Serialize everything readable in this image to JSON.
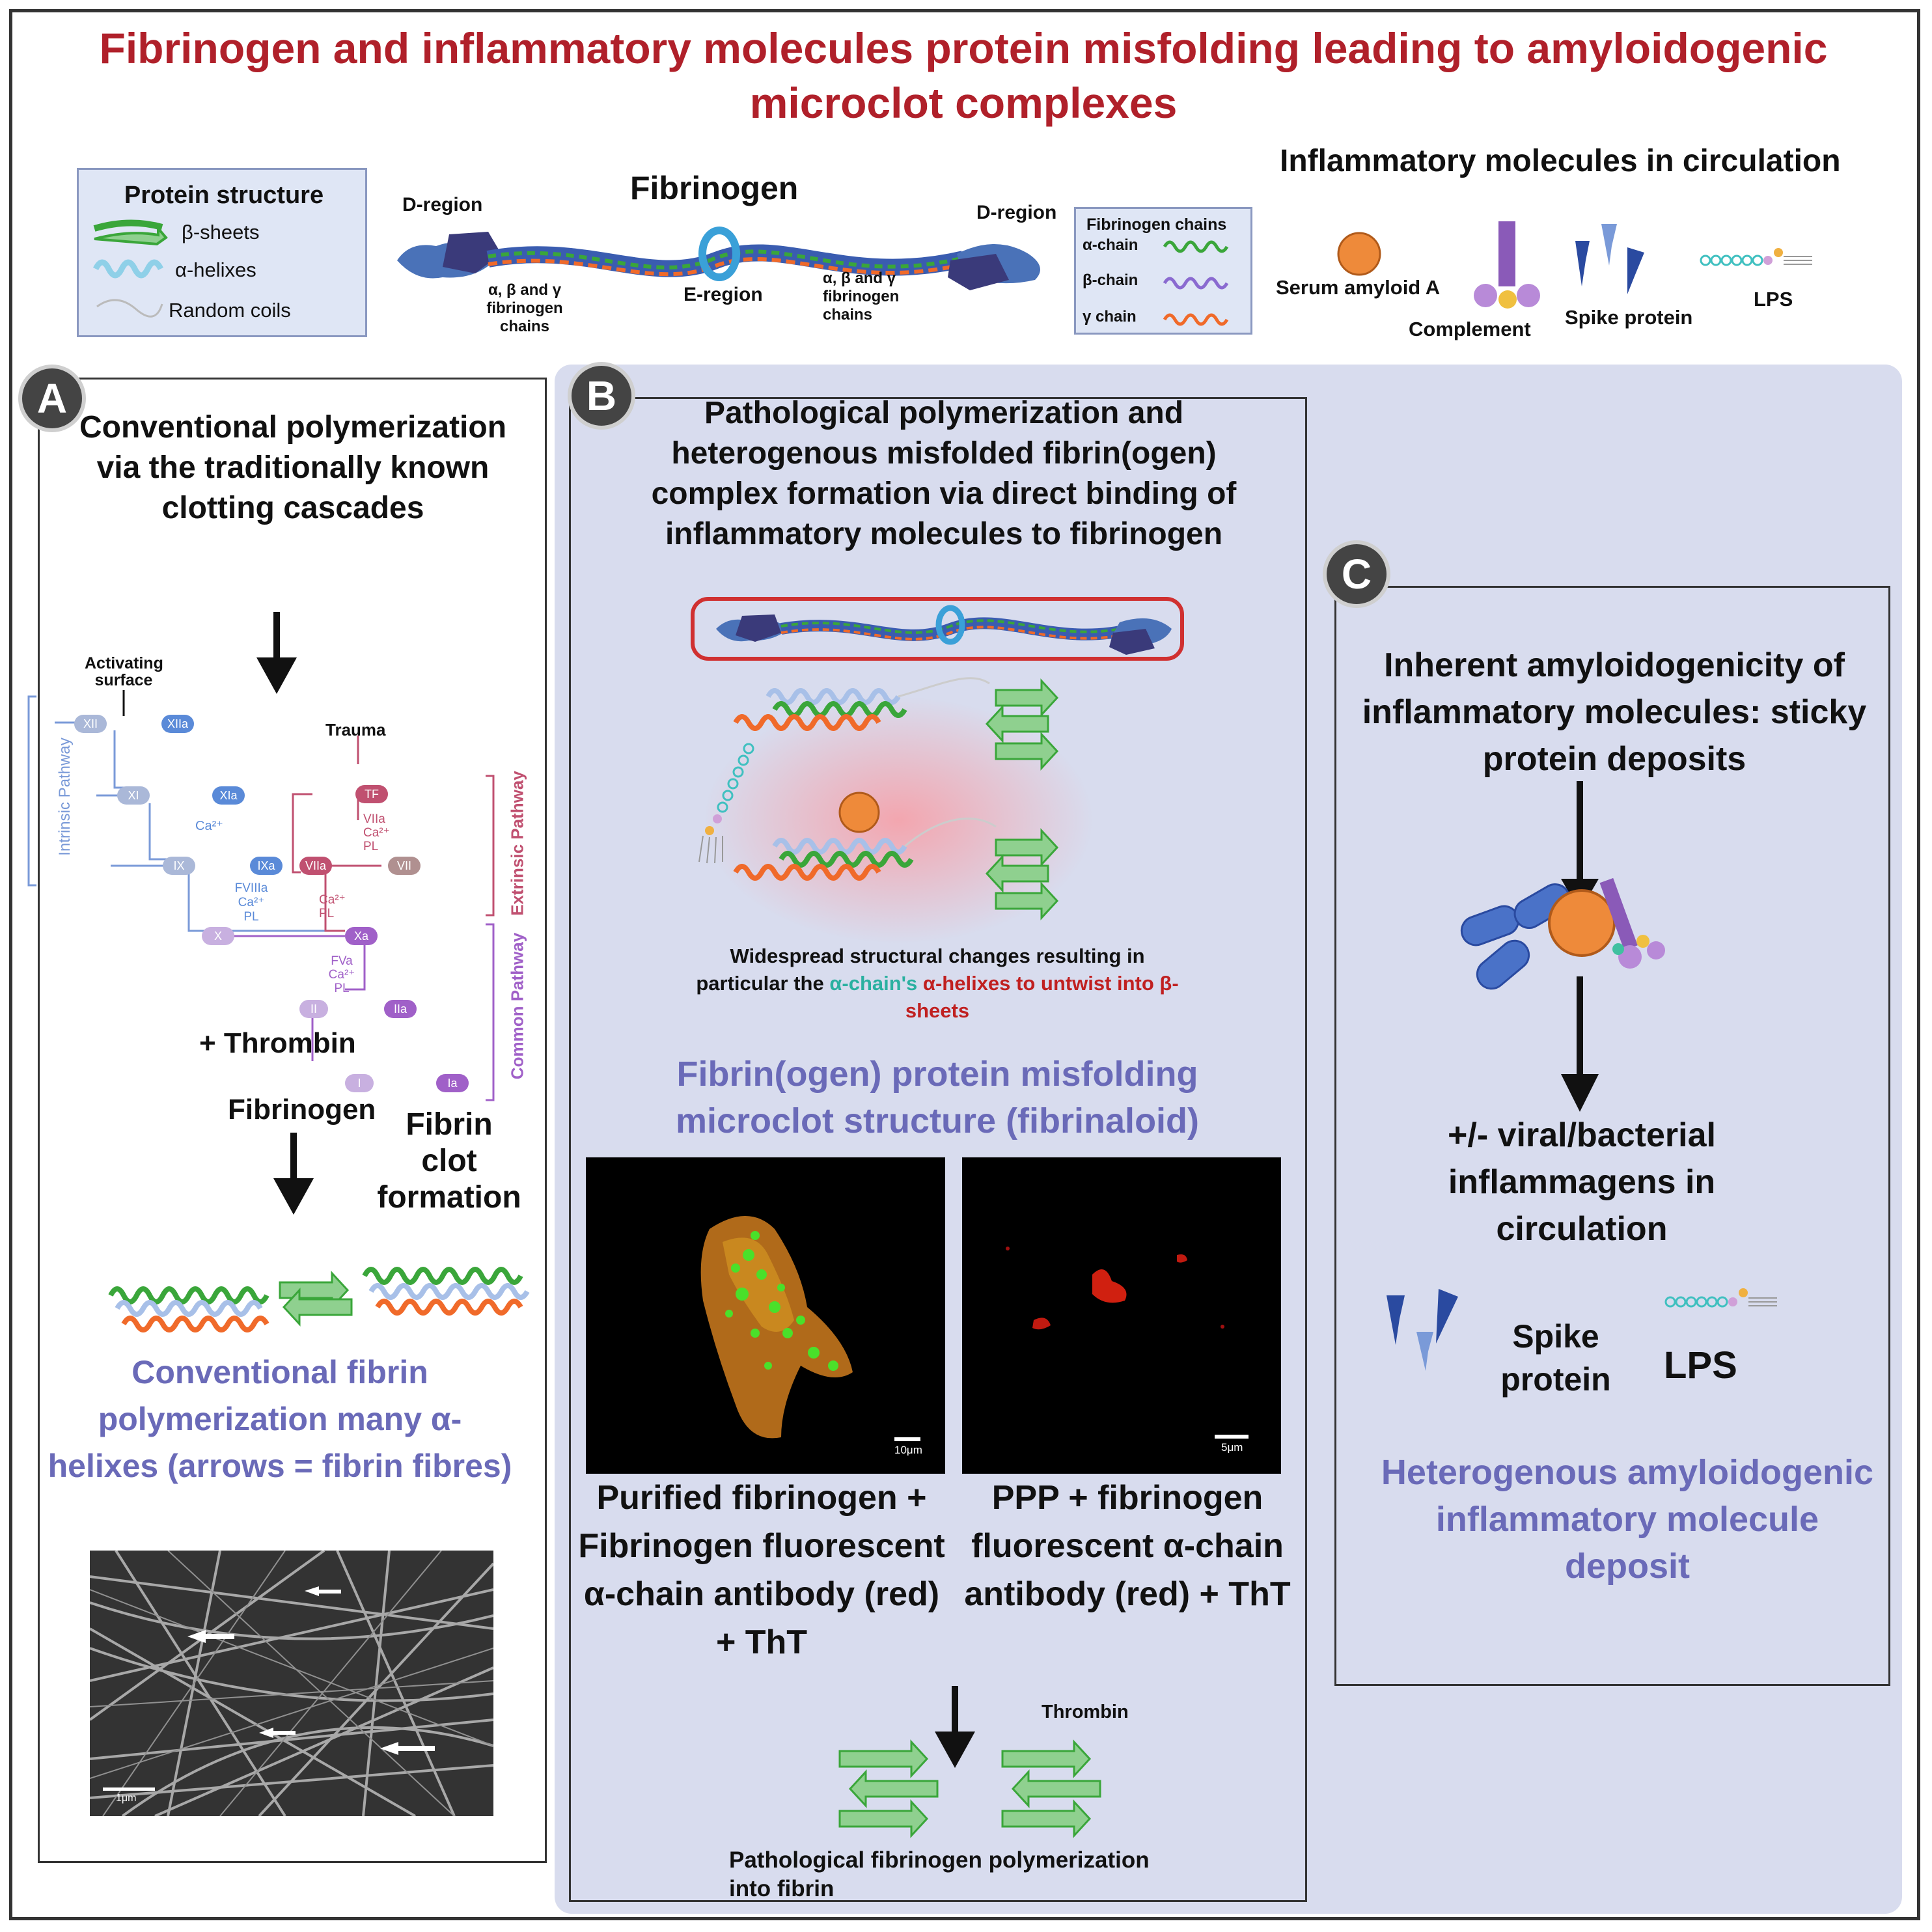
{
  "title": "Fibrinogen and inflammatory molecules protein misfolding leading to amyloidogenic microclot complexes",
  "legend_protein": {
    "heading": "Protein structure",
    "beta": "β-sheets",
    "alpha": "α-helixes",
    "coil": "Random coils"
  },
  "fibrinogen_header": {
    "title": "Fibrinogen",
    "d_left": "D-region",
    "d_right": "D-region",
    "e_region": "E-region",
    "chains_left": "α, β and γ\nfibrinogen\nchains",
    "chains_right": "α, β and γ\nfibrinogen\nchains"
  },
  "chain_legend": {
    "heading": "Fibrinogen chains",
    "alpha": "α-chain",
    "beta": "β-chain",
    "gamma": "γ chain",
    "colors": {
      "alpha": "#3aa63a",
      "beta": "#8a6ad0",
      "gamma": "#f06a2a"
    }
  },
  "inflammatory": {
    "heading": "Inflammatory molecules in circulation",
    "saa": "Serum amyloid A",
    "complement": "Complement",
    "spike": "Spike protein",
    "lps": "LPS"
  },
  "panel_a": {
    "badge": "A",
    "heading": "Conventional polymerization via the traditionally known clotting cascades",
    "cascade": {
      "activating": "Activating\nsurface",
      "trauma": "Trauma",
      "intrinsic": "Intrinsic Pathway",
      "extrinsic": "Extrinsic Pathway",
      "common": "Common Pathway",
      "xii": "XII",
      "xiia": "XIIa",
      "xi": "XI",
      "xia": "XIa",
      "ix": "IX",
      "ixa": "IXa",
      "x": "X",
      "xa": "Xa",
      "ii": "II",
      "iia": "IIa",
      "i": "I",
      "ia": "Ia",
      "tf": "TF",
      "viia": "VIIa",
      "vii": "VII",
      "ca1": "Ca²⁺",
      "fviiia": "FVIIIa\nCa²⁺\nPL",
      "viia_ca": "VIIa\nCa²⁺\nPL",
      "ca_pl": "Ca²⁺\nPL",
      "fva": "FVa\nCa²⁺\nPL"
    },
    "thrombin": "+ Thrombin",
    "fibrinogen": "Fibrinogen",
    "clot": "Fibrin\nclot\nformation",
    "purple_text": "Conventional fibrin polymerization many α-helixes (arrows = fibrin fibres)",
    "scale": "1μm"
  },
  "panel_b": {
    "badge": "B",
    "heading": "Pathological polymerization and heterogenous misfolded fibrin(ogen) complex  formation via direct binding of inflammatory molecules to fibrinogen",
    "change_1": "Widespread structural changes resulting in",
    "change_2a": "particular the ",
    "change_2b": "α-chain's",
    "change_2c": "  α-helixes to untwist into β-",
    "change_3": "sheets",
    "purple_text": "Fibrin(ogen) protein misfolding microclot structure (fibrinaloid)",
    "img1_scale": "10μm",
    "img2_scale": "5μm",
    "caption_left": "Purified fibrinogen + Fibrinogen fluorescent α-chain antibody (red) + ThT",
    "caption_right": "PPP + fibrinogen fluorescent α-chain antibody (red) + ThT",
    "thrombin": "Thrombin",
    "bottom": "Pathological fibrinogen polymerization\ninto fibrin"
  },
  "panel_c": {
    "badge": "C",
    "heading": "Inherent amyloidogenicity of inflammatory molecules: sticky protein deposits",
    "inflammagens": "+/- viral/bacterial inflammagens in circulation",
    "spike": "Spike\nprotein",
    "lps": "LPS",
    "purple_text": "Heterogenous amyloidogenic inflammatory molecule deposit"
  }
}
